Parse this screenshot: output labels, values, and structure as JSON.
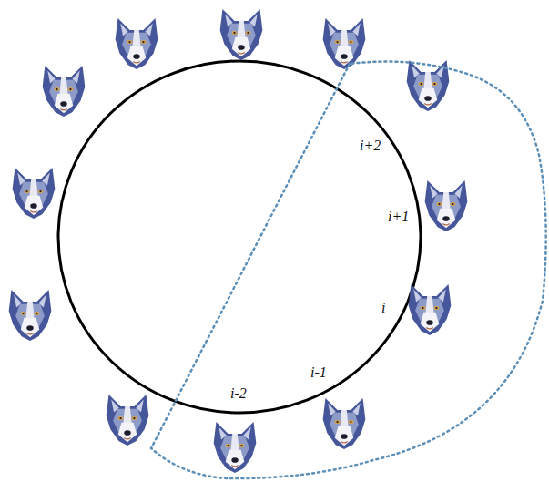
{
  "diagram": {
    "labels": [
      "i+2",
      "i+1",
      "i",
      "i-1",
      "i-2"
    ]
  }
}
